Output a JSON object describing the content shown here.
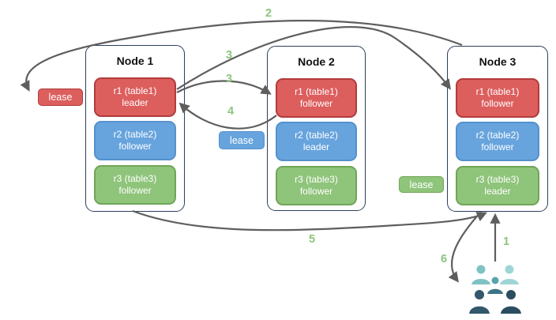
{
  "diagram_title": "raft-replication-diagram",
  "nodes": [
    {
      "title": "Node 1",
      "replicas": [
        {
          "line1": "r1 (table1)",
          "line2": "leader",
          "color": "red"
        },
        {
          "line1": "r2 (table2)",
          "line2": "follower",
          "color": "blue"
        },
        {
          "line1": "r3 (table3)",
          "line2": "follower",
          "color": "green"
        }
      ]
    },
    {
      "title": "Node 2",
      "replicas": [
        {
          "line1": "r1 (table1)",
          "line2": "follower",
          "color": "red"
        },
        {
          "line1": "r2 (table2)",
          "line2": "leader",
          "color": "blue"
        },
        {
          "line1": "r3 (table3)",
          "line2": "follower",
          "color": "green"
        }
      ]
    },
    {
      "title": "Node 3",
      "replicas": [
        {
          "line1": "r1 (table1)",
          "line2": "follower",
          "color": "red"
        },
        {
          "line1": "r2 (table2)",
          "line2": "follower",
          "color": "blue"
        },
        {
          "line1": "r3 (table3)",
          "line2": "leader",
          "color": "green"
        }
      ]
    }
  ],
  "leases": [
    {
      "label": "lease",
      "color": "red"
    },
    {
      "label": "lease",
      "color": "blue"
    },
    {
      "label": "lease",
      "color": "green"
    }
  ],
  "steps": [
    {
      "text": "2"
    },
    {
      "text": "3"
    },
    {
      "text": "3"
    },
    {
      "text": "4"
    },
    {
      "text": "5"
    },
    {
      "text": "6"
    },
    {
      "text": "1"
    }
  ],
  "icons": {
    "users": "users-group-icon"
  },
  "colors": {
    "replica_red": "#DC5E5D",
    "replica_red_border": "#B23C3C",
    "replica_blue": "#67A4DD",
    "replica_blue_border": "#5591CC",
    "replica_green": "#8FC47B",
    "replica_green_border": "#6FA558",
    "node_border": "#2C3E5D",
    "arrow": "#5E5E5E",
    "step_label": "#8CC47D",
    "users_teal": "#7FC2C4",
    "users_teal_light": "#9ED5D6",
    "users_teal_mid": "#58A3AD",
    "users_dark": "#33576B",
    "users_darker": "#2C4D60"
  }
}
